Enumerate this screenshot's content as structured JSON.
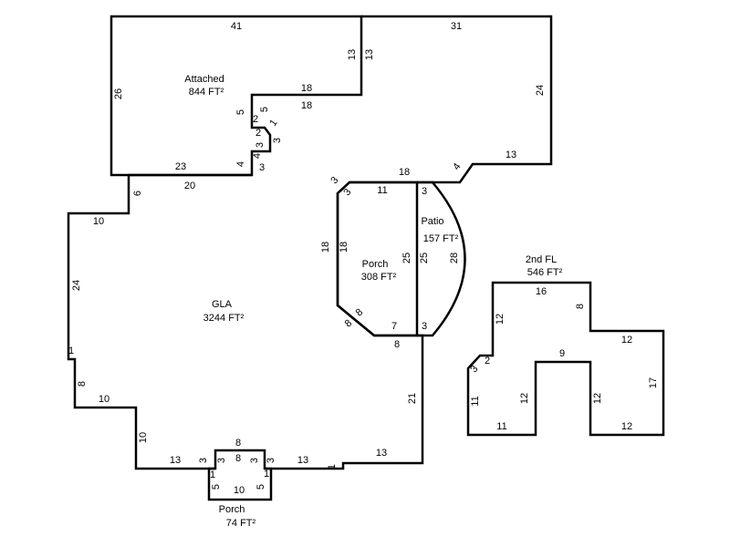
{
  "diagram": {
    "type": "floor-plan-sketch",
    "areas": [
      {
        "name": "Attached",
        "area": "844 FT²"
      },
      {
        "name": "GLA",
        "area": "3244 FT²"
      },
      {
        "name": "Porch",
        "area": "308 FT²"
      },
      {
        "name": "Patio",
        "area": "157 FT²"
      },
      {
        "name": "Porch",
        "area": "74 FT²"
      },
      {
        "name": "2nd FL",
        "area": "546 FT²"
      }
    ],
    "labels": [
      "41",
      "13",
      "13",
      "31",
      "24",
      "13",
      "4",
      "26",
      "Attached",
      "844 FT²",
      "18",
      "18",
      "5",
      "2",
      "5",
      "1",
      "2",
      "3",
      "3",
      "4",
      "4",
      "3",
      "23",
      "20",
      "6",
      "10",
      "24",
      "1",
      "8",
      "10",
      "10",
      "13",
      "3",
      "3",
      "8",
      "8",
      "3",
      "3",
      "13",
      "1",
      "13",
      "21",
      "8",
      "1",
      "5",
      "1",
      "5",
      "10",
      "Porch",
      "74 FT²",
      "GLA",
      "3244 FT²",
      "18",
      "3",
      "3",
      "11",
      "18",
      "18",
      "Porch",
      "308 FT²",
      "25",
      "8",
      "8",
      "7",
      "3",
      "Patio",
      "157 FT²",
      "25",
      "28",
      "3",
      "2nd FL",
      "546 FT²",
      "16",
      "8",
      "12",
      "12",
      "9",
      "3",
      "2",
      "17",
      "11",
      "12",
      "12",
      "11",
      "12"
    ]
  }
}
